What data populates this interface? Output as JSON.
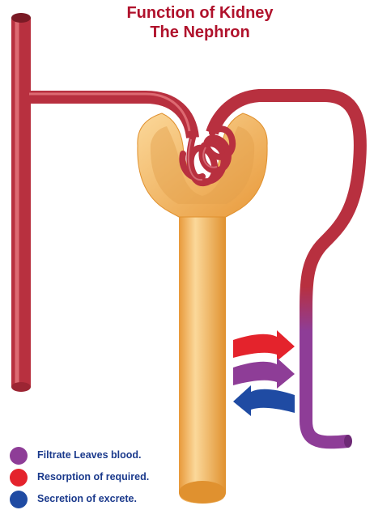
{
  "title": {
    "line1": "Function of Kidney",
    "line2": "The Nephron"
  },
  "colors": {
    "title": "#b0122c",
    "vessel": "#b8303f",
    "vessel_highlight": "#dd6a72",
    "tubule": "#f0b45a",
    "tubule_highlight": "#fbd89a",
    "filtrate": "#8e3d97",
    "resorption": "#e4232c",
    "secretion": "#1f4ba3",
    "legend_text": "#1b3a8c"
  },
  "arrows": [
    {
      "process": "resorption",
      "color": "#e4232c",
      "direction": "right"
    },
    {
      "process": "filtrate",
      "color": "#8e3d97",
      "direction": "right"
    },
    {
      "process": "secretion",
      "color": "#1f4ba3",
      "direction": "left"
    }
  ],
  "legend": [
    {
      "label": "Filtrate Leaves blood.",
      "color": "#8e3d97"
    },
    {
      "label": "Resorption of required.",
      "color": "#e4232c"
    },
    {
      "label": "Secretion of excrete.",
      "color": "#1f4ba3"
    }
  ]
}
